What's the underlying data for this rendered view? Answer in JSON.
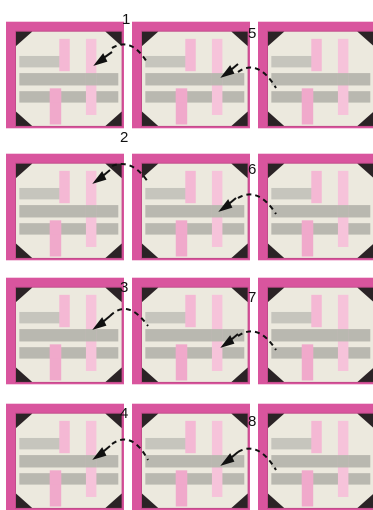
{
  "figure": {
    "step_labels": [
      {
        "id": "1",
        "text": "1"
      },
      {
        "id": "2",
        "text": "2"
      },
      {
        "id": "3",
        "text": "3"
      },
      {
        "id": "4",
        "text": "4"
      },
      {
        "id": "5",
        "text": "5"
      },
      {
        "id": "6",
        "text": "6"
      },
      {
        "id": "7",
        "text": "7"
      },
      {
        "id": "8",
        "text": "8"
      }
    ],
    "grid": {
      "rows": 4,
      "columns": 3
    },
    "colors": {
      "pink_border": "#d9559e",
      "light_pink_strip": "#f4b8d4",
      "gray_strip": "#b9b8b0",
      "cream_background": "#ece9de",
      "dark_corner": "#2b2326",
      "arrow": "#111111"
    }
  }
}
